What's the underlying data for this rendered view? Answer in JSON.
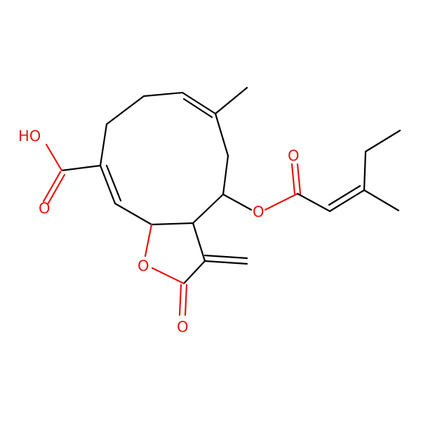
{
  "atom_color_oxygen": "#e8140e",
  "bond_color": "#000000",
  "background": "#ffffff",
  "labels": {
    "hydroxyl": "HO",
    "carboxyl_carbonyl_o": "O",
    "ester_o": "O",
    "ester_carbonyl_o": "O",
    "ring_o": "O",
    "lactone_carbonyl_o": "O"
  }
}
